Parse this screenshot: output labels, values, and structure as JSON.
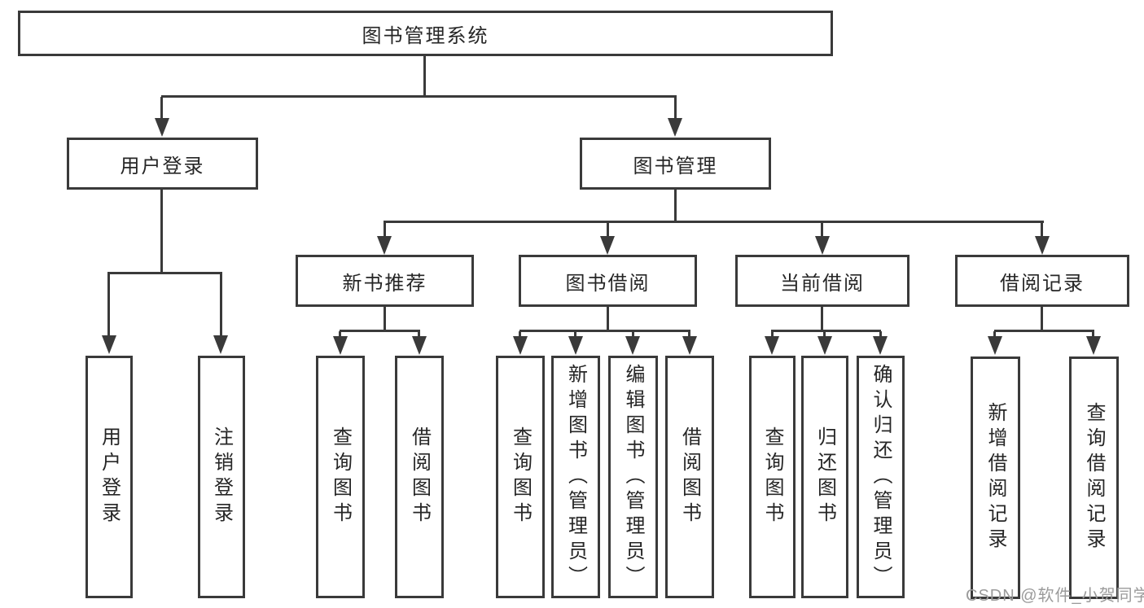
{
  "colors": {
    "background": "#ffffff",
    "line": "#3a3a3a",
    "text": "#262626",
    "watermark": "#9b9b9b"
  },
  "root": {
    "label": "图书管理系统"
  },
  "level2": {
    "user_login": "用户登录",
    "book_mgmt": "图书管理"
  },
  "level3": {
    "new_books": "新书推荐",
    "borrowing": "图书借阅",
    "current": "当前借阅",
    "records": "借阅记录"
  },
  "leaves": {
    "user_login": [
      "用户登录",
      "注销登录"
    ],
    "new_books": [
      "查询图书",
      "借阅图书"
    ],
    "borrowing": [
      "查询图书",
      "新增图书（管理员）",
      "编辑图书（管理员）",
      "借阅图书"
    ],
    "current": [
      "查询图书",
      "归还图书",
      "确认归还（管理员）"
    ],
    "records": [
      "新增借阅记录",
      "查询借阅记录"
    ]
  },
  "watermark": "CSDN @软件_小贺同学"
}
